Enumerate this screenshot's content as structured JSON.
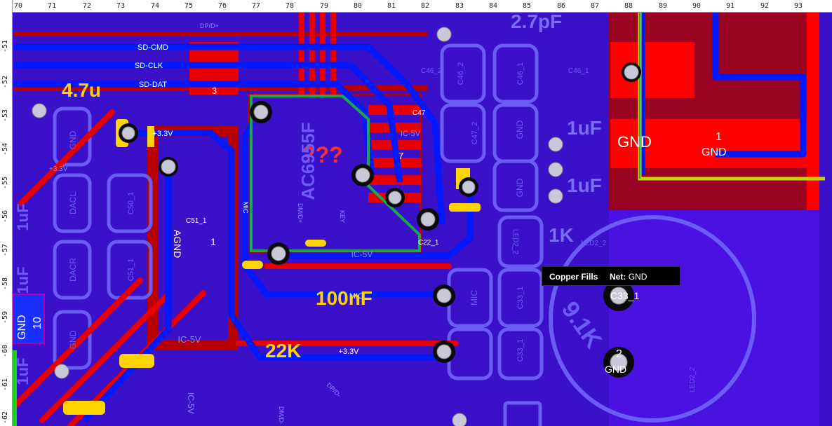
{
  "rulers": {
    "top": [
      "70",
      "71",
      "72",
      "73",
      "74",
      "75",
      "76",
      "77",
      "78",
      "79",
      "80",
      "81",
      "82",
      "83",
      "84",
      "85",
      "86",
      "87",
      "88",
      "89",
      "90",
      "91",
      "92",
      "93"
    ],
    "left": [
      "-51",
      "-52",
      "-53",
      "-54",
      "-55",
      "-56",
      "-57",
      "-58",
      "-59",
      "-60",
      "-61",
      "-62"
    ]
  },
  "tooltip": {
    "layer_label": "Copper Fills",
    "net_label": "Net:",
    "net_value": "GND"
  },
  "nets": {
    "sd_cmd": "SD-CMD",
    "sd_clk": "SD-CLK",
    "sd_dat": "SD-DAT",
    "v33": "+3.3V",
    "agnd": "AGND",
    "mic": "MIC",
    "ic5v": "IC-5V",
    "gnd": "GND",
    "dm_dp": "DM/D+",
    "key": "KEY",
    "dp_top": "DP/D+",
    "dm_bot": "DM/D-",
    "dp_bot": "DP/D-"
  },
  "labels": {
    "question": "???",
    "chip": "AC6955F",
    "cap_2_7pf": "2.7pF",
    "cap_4_7u": "4.7u",
    "cap_1uf_a": "1uF",
    "cap_1uf_b": "1uF",
    "cap_100nf": "100nF",
    "res_22k": "22K",
    "res_1k": "1K",
    "res_9_1k": "9.1K",
    "gnd_big": "GND",
    "gnd_rot": "GND",
    "ten": "10",
    "left_1uf_a": "1uF",
    "left_1uf_b": "1uF",
    "left_1uf_c": "1uF"
  },
  "pads": {
    "c46_2": "C46_2",
    "c46_1": "C46_1",
    "c46_1b": "C46_1",
    "c47_2": "C47_2",
    "c47": "C47",
    "c50_1": "C50_1",
    "c51_1": "C51_1",
    "c51_1b": "C51_1",
    "dacl": "DACL",
    "dacr": "DACR",
    "c33_1": "C33_1",
    "c33_1b": "C33_1",
    "c33_1c": "C33_1",
    "led2_2": "LED2_2",
    "led2_2b": "LED2_2",
    "led2_2c": "LED2_2",
    "c22_1": "C22_1",
    "one": "1",
    "two": "2",
    "three": "3",
    "seven": "7"
  },
  "colors": {
    "board": "#3a10c8",
    "fill": "#2a1ad8",
    "trace_red": "#e80000",
    "trace_blue": "#0018ff",
    "pad_yellow": "#ffd400",
    "select_green": "#1aa84a",
    "selection_yellow": "#d4d400",
    "silk": "#6d6df0"
  }
}
